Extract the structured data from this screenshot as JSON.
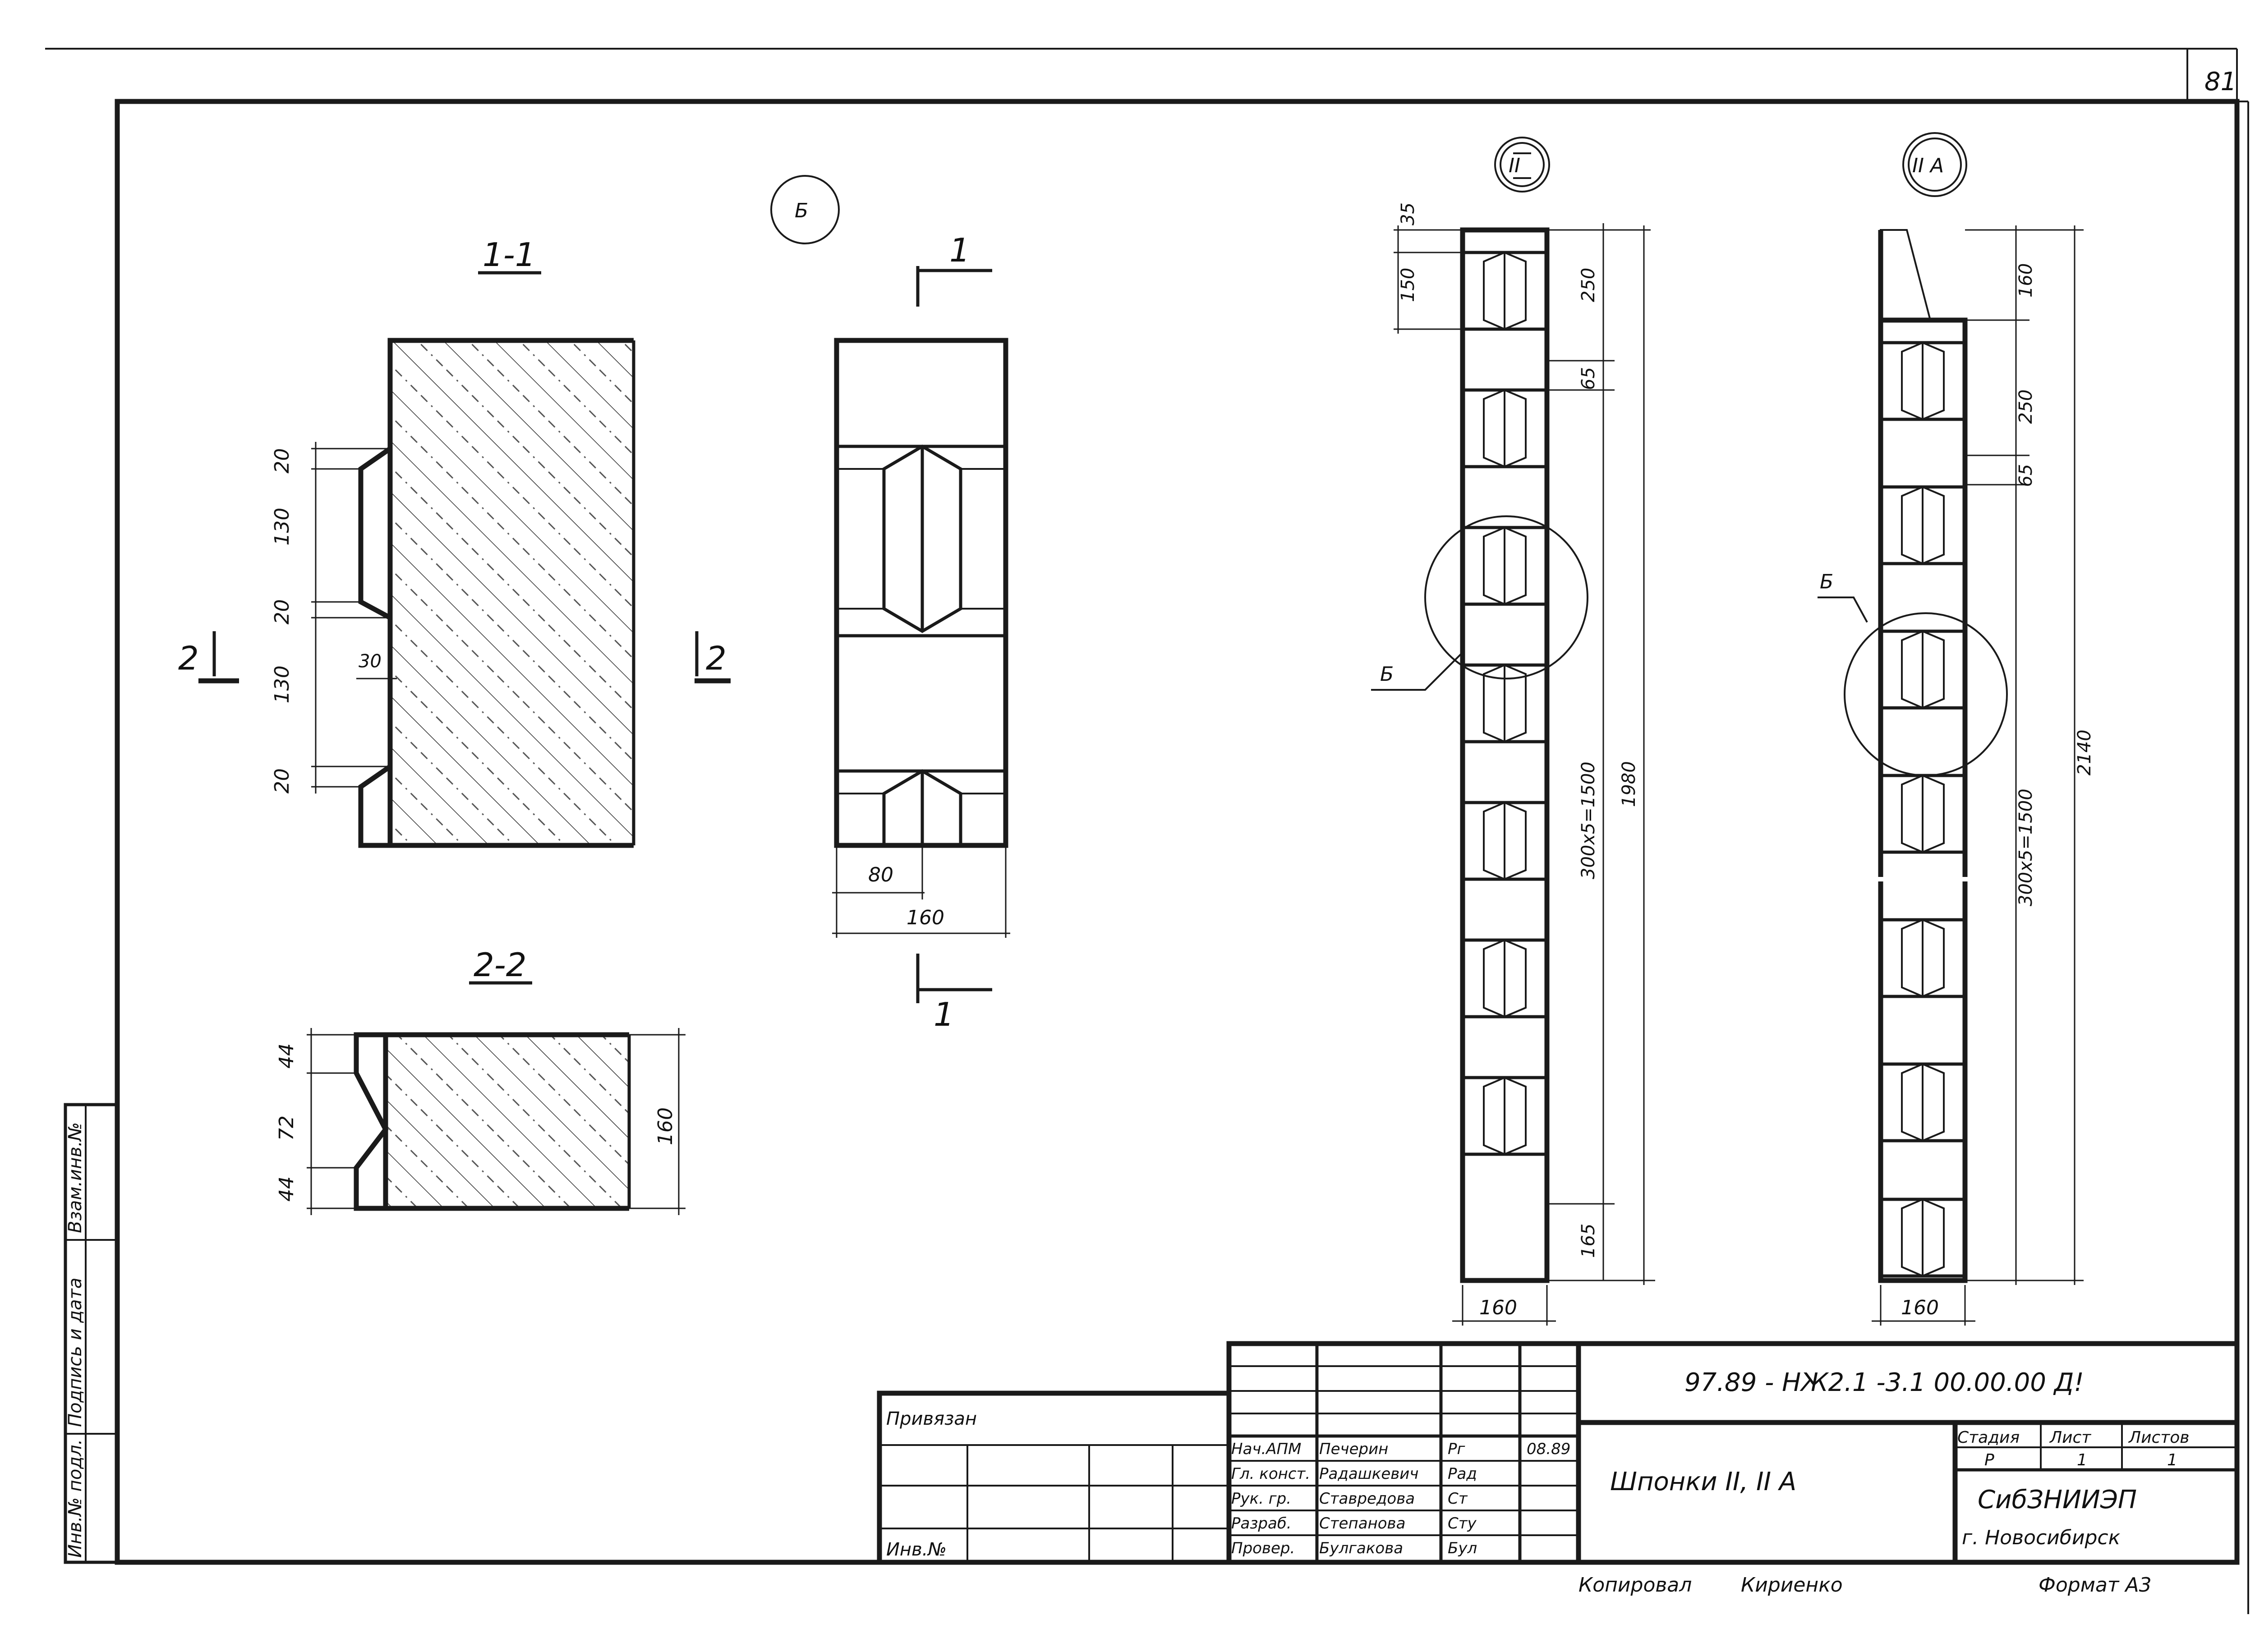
{
  "sheet": {
    "page_number": "81",
    "format": "Формат А3",
    "copied_by": "Копировал",
    "copier_name": "Кириенко"
  },
  "stamp": {
    "code": "97.89 - НЖ2.1 -3.1   00.00.00 Д!",
    "title": "Шпонки ІІ, ІІ А",
    "stage_header": "Стадия",
    "sheet_header": "Лист",
    "sheets_header": "Листов",
    "stage_value": "Р",
    "sheet_value": "1",
    "sheets_value": "1",
    "org": "СибЗНИИЭП",
    "city": "г. Новосибирск",
    "date": "08.89",
    "roles": [
      {
        "role": "Нач.АПМ",
        "name": "Печерин",
        "sign": "Рг"
      },
      {
        "role": "Гл. конст.",
        "name": "Радашкевич",
        "sign": "Рад"
      },
      {
        "role": "Рук. гр.",
        "name": "Ставредова",
        "sign": "Ст"
      },
      {
        "role": "Разраб.",
        "name": "Степанова",
        "sign": "Сту"
      },
      {
        "role": "Провер.",
        "name": "Булгакова",
        "sign": "Бул"
      }
    ],
    "privyazan": "Привязан",
    "inv_no": "Инв.№"
  },
  "side_stamp": {
    "inv_podl": "Инв.№ подл.",
    "podpis": "Подпись и дата",
    "vzam": "Взам.инв.№"
  },
  "labels": {
    "detail_b": "Б",
    "section_11": "1-1",
    "section_22": "2-2",
    "cut_1_top": "1",
    "cut_1_bottom": "1",
    "cut_2_left": "2",
    "cut_2_right": "2",
    "key_II": "ІІ",
    "key_IIA": "ІІ А",
    "leader_b_left": "Б",
    "leader_b_right": "Б"
  },
  "dims": {
    "s11": [
      "20",
      "130",
      "20",
      "130",
      "20",
      "30"
    ],
    "s22": [
      "44",
      "72",
      "44",
      "160"
    ],
    "view_b": [
      "80",
      "160"
    ],
    "key2": [
      "35",
      "150",
      "250",
      "65",
      "300х5=1500",
      "1980",
      "165",
      "160"
    ],
    "key2a": [
      "160",
      "250",
      "65",
      "300х5=1500",
      "2140",
      "160"
    ]
  }
}
